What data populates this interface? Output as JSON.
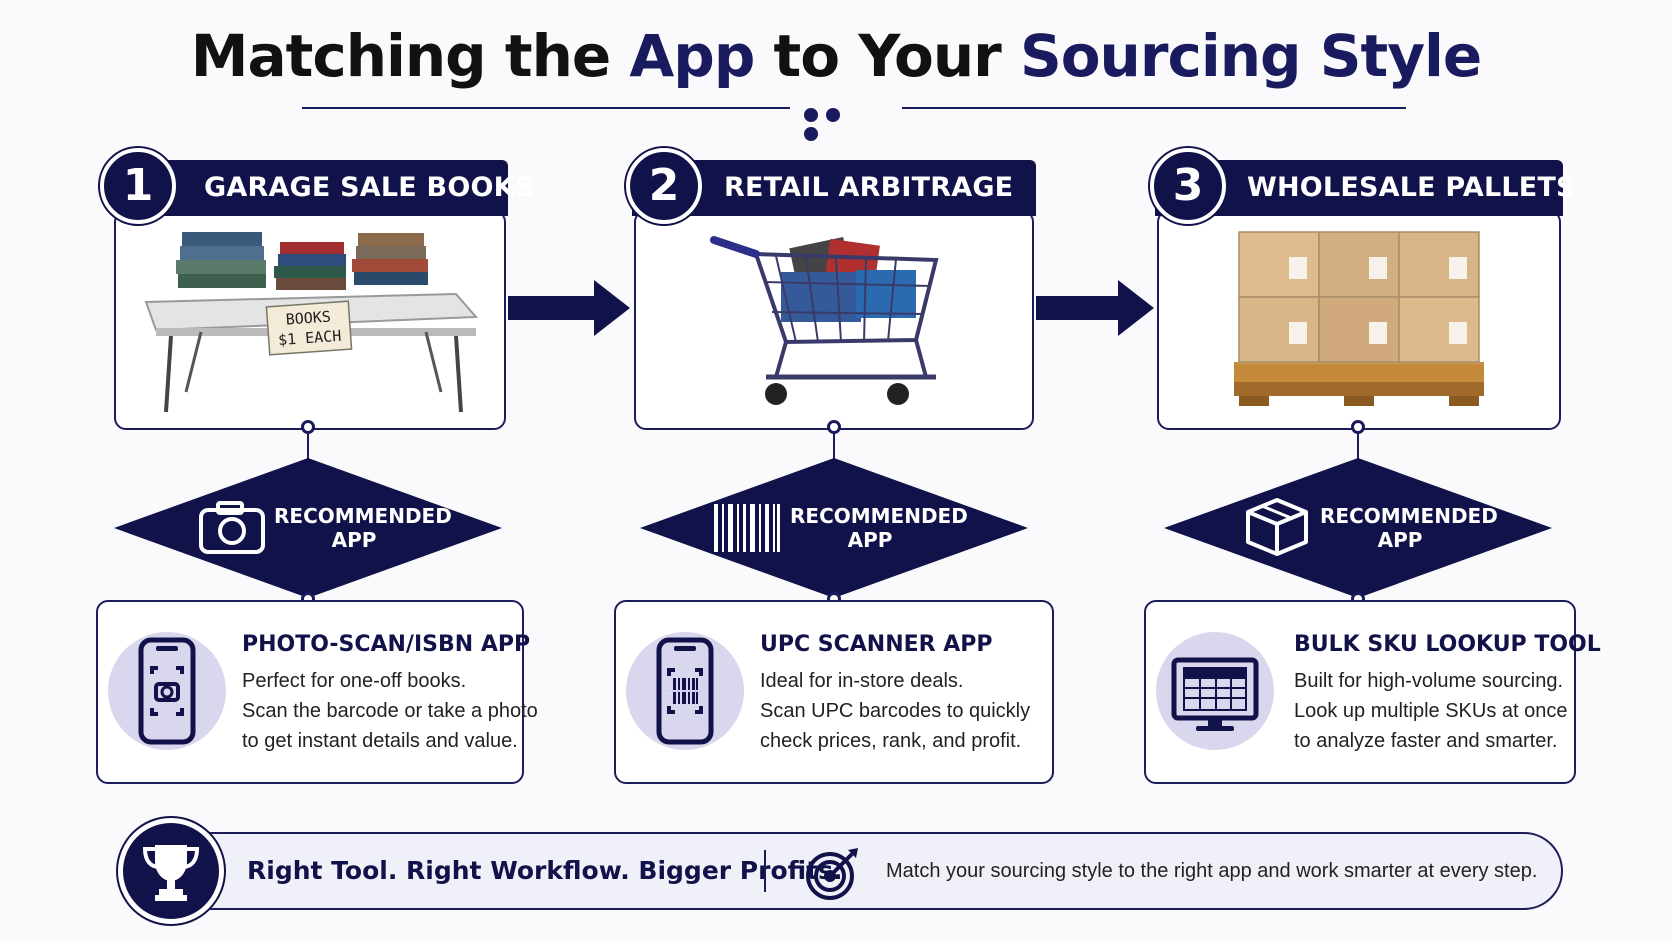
{
  "title": {
    "part1": "Matching the ",
    "accent1": "App",
    "part2": " to Your ",
    "accent2": "Sourcing Style"
  },
  "steps": [
    {
      "number": "1",
      "label": "GARAGE SALE BOOKS",
      "sign_line1": "BOOKS",
      "sign_line2": "$1 EACH",
      "recommended": "RECOMMENDED APP",
      "diamond_icon": "camera-icon",
      "app_icon": "phone-camera-icon",
      "app_title": "PHOTO-SCAN/ISBN APP",
      "app_lines": [
        "Perfect for one-off books.",
        "Scan the barcode or take a photo",
        "to get instant details and value."
      ]
    },
    {
      "number": "2",
      "label": "RETAIL ARBITRAGE",
      "recommended": "RECOMMENDED APP",
      "diamond_icon": "barcode-icon",
      "app_icon": "phone-barcode-icon",
      "app_title": "UPC SCANNER APP",
      "app_lines": [
        "Ideal for in-store deals.",
        "Scan UPC barcodes to quickly",
        "check prices, rank, and profit."
      ]
    },
    {
      "number": "3",
      "label": "WHOLESALE PALLETS",
      "recommended": "RECOMMENDED APP",
      "diamond_icon": "box-icon",
      "app_icon": "monitor-spreadsheet-icon",
      "app_title": "BULK SKU LOOKUP TOOL",
      "app_lines": [
        "Built for high-volume sourcing.",
        "Look up multiple SKUs at once",
        "to analyze faster and smarter."
      ]
    }
  ],
  "footer": {
    "tagline": "Right Tool. Right Workflow. Bigger Profits.",
    "message": "Match your sourcing style to the right app and work smarter at every step.",
    "left_icon": "trophy-icon",
    "right_icon": "target-icon"
  },
  "colors": {
    "navy": "#12124a",
    "lavender": "#d9d7ee",
    "background": "#fafafd"
  }
}
